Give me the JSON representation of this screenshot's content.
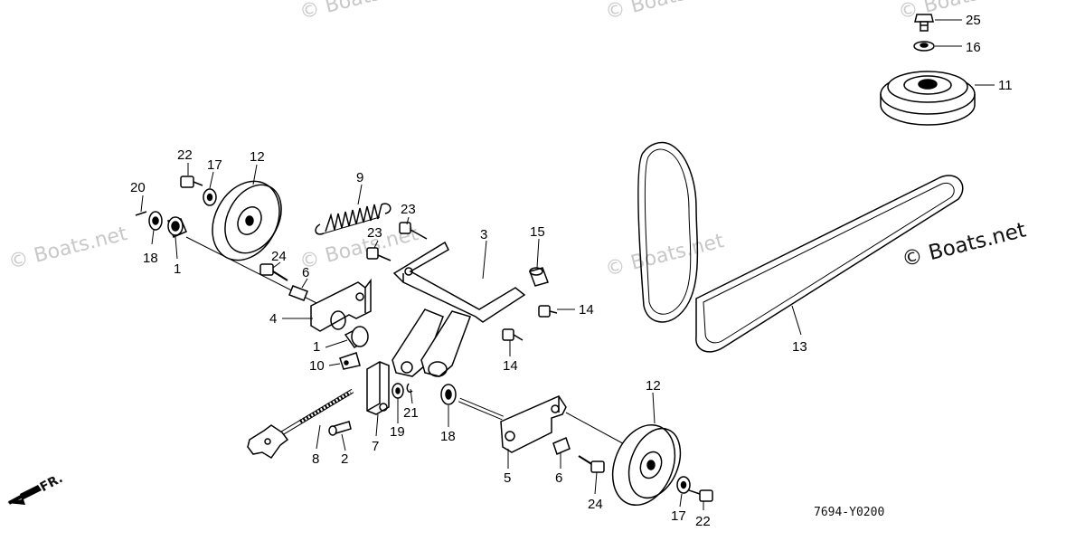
{
  "diagram_id": "7694-Y0200",
  "watermark": "© Boats.net",
  "brand": "© Boats.net",
  "direction_label": "FR.",
  "callouts": [
    {
      "id": "c25",
      "label": "25"
    },
    {
      "id": "c16",
      "label": "16"
    },
    {
      "id": "c11",
      "label": "11"
    },
    {
      "id": "c22a",
      "label": "22"
    },
    {
      "id": "c17a",
      "label": "17"
    },
    {
      "id": "c12a",
      "label": "12"
    },
    {
      "id": "c20",
      "label": "20"
    },
    {
      "id": "c18a",
      "label": "18"
    },
    {
      "id": "c1a",
      "label": "1"
    },
    {
      "id": "c9",
      "label": "9"
    },
    {
      "id": "c23a",
      "label": "23"
    },
    {
      "id": "c23b",
      "label": "23"
    },
    {
      "id": "c3",
      "label": "3"
    },
    {
      "id": "c15",
      "label": "15"
    },
    {
      "id": "c24a",
      "label": "24"
    },
    {
      "id": "c6a",
      "label": "6"
    },
    {
      "id": "c4",
      "label": "4"
    },
    {
      "id": "c1b",
      "label": "1"
    },
    {
      "id": "c10",
      "label": "10"
    },
    {
      "id": "c14a",
      "label": "14"
    },
    {
      "id": "c14b",
      "label": "14"
    },
    {
      "id": "c13",
      "label": "13"
    },
    {
      "id": "c7",
      "label": "7"
    },
    {
      "id": "c19",
      "label": "19"
    },
    {
      "id": "c21",
      "label": "21"
    },
    {
      "id": "c18b",
      "label": "18"
    },
    {
      "id": "c8",
      "label": "8"
    },
    {
      "id": "c2",
      "label": "2"
    },
    {
      "id": "c5",
      "label": "5"
    },
    {
      "id": "c6b",
      "label": "6"
    },
    {
      "id": "c24b",
      "label": "24"
    },
    {
      "id": "c12b",
      "label": "12"
    },
    {
      "id": "c17b",
      "label": "17"
    },
    {
      "id": "c22b",
      "label": "22"
    }
  ]
}
